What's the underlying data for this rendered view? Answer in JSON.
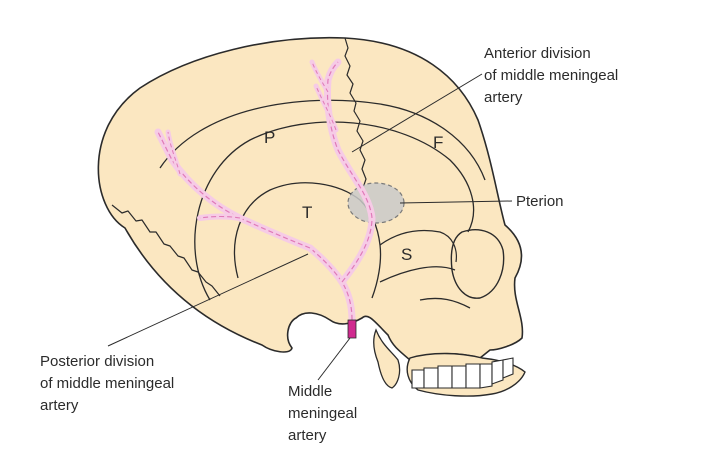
{
  "regions": {
    "parietal": "P",
    "frontal": "F",
    "temporal": "T",
    "sphenoid": "S"
  },
  "labels": {
    "anterior_division": [
      "Anterior division",
      "of middle meningeal",
      "artery"
    ],
    "pterion": "Pterion",
    "posterior_division": [
      "Posterior division",
      "of middle meningeal",
      "artery"
    ],
    "middle_meningeal": [
      "Middle",
      "meningeal",
      "artery"
    ]
  },
  "colors": {
    "bone": "#fbe7c1",
    "outline": "#2b2b2b",
    "artery": "#e07ab8",
    "artery_fill": "#f6cbe6",
    "pterion_fill": "#c9c9c9",
    "stem": "#d02a8f"
  }
}
